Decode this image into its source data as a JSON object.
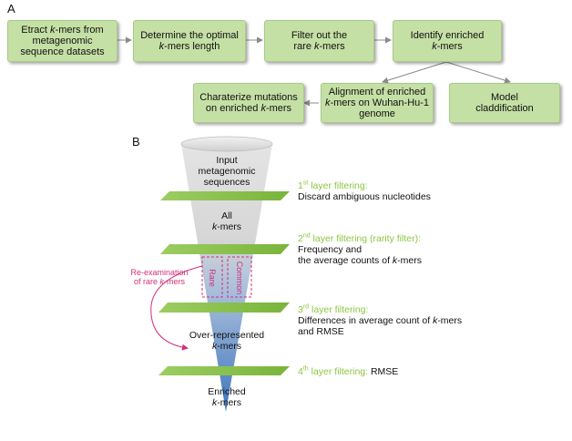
{
  "panel_a": {
    "label": "A",
    "steps": [
      {
        "line1": "Etract k-mers from",
        "line2": "metagenomic",
        "line3": "sequence datasets"
      },
      {
        "line1": "Determine the optimal",
        "line2": "k-mers length"
      },
      {
        "line1": "Filter out the",
        "line2": "rare k-mers"
      },
      {
        "line1": "Identify enriched",
        "line2": "k-mers"
      },
      {
        "line1": "Charaterize mutations",
        "line2": "on enriched k-mers"
      },
      {
        "line1": "Alignment of enriched",
        "line2": "k-mers on Wuhan-Hu-1",
        "line3": "genome"
      },
      {
        "line1": "Model",
        "line2": "claddification"
      }
    ]
  },
  "panel_b": {
    "label": "B",
    "stages": {
      "input": {
        "line1": "Input",
        "line2": "metagenomic",
        "line3": "sequences"
      },
      "all": {
        "line1": "All",
        "line2": "k-mers"
      },
      "overrep": {
        "line1": "Over-represented",
        "line2": "k-mers"
      },
      "enriched": {
        "line1": "Enriched",
        "line2": "k-mers"
      }
    },
    "split": {
      "left": "Rare",
      "right": "Common"
    },
    "reexam": {
      "line1": "Re-examination",
      "line2": "of rare k-mers"
    },
    "layers": [
      {
        "num": "1",
        "sup": "st",
        "title": " layer filtering:",
        "desc1": "Discard ambiguous nucleotides"
      },
      {
        "num": "2",
        "sup": "nd",
        "title": " layer filtering (rarity filter):",
        "desc1": "Frequency and",
        "desc2": "the average counts of k-mers"
      },
      {
        "num": "3",
        "sup": "rd",
        "title": " layer filtering:",
        "desc1": "Differences in average count of k-mers",
        "desc2": "and RMSE"
      },
      {
        "num": "4",
        "sup": "th",
        "title": " layer filtering: ",
        "desc1": "RMSE"
      }
    ]
  },
  "colors": {
    "box_fill": "#c5e0a5",
    "layer_green": "#8cc63f",
    "accent_pink": "#d0307a",
    "funnel_top": "#d9d9d9",
    "funnel_bottom": "#4a7ec0"
  }
}
